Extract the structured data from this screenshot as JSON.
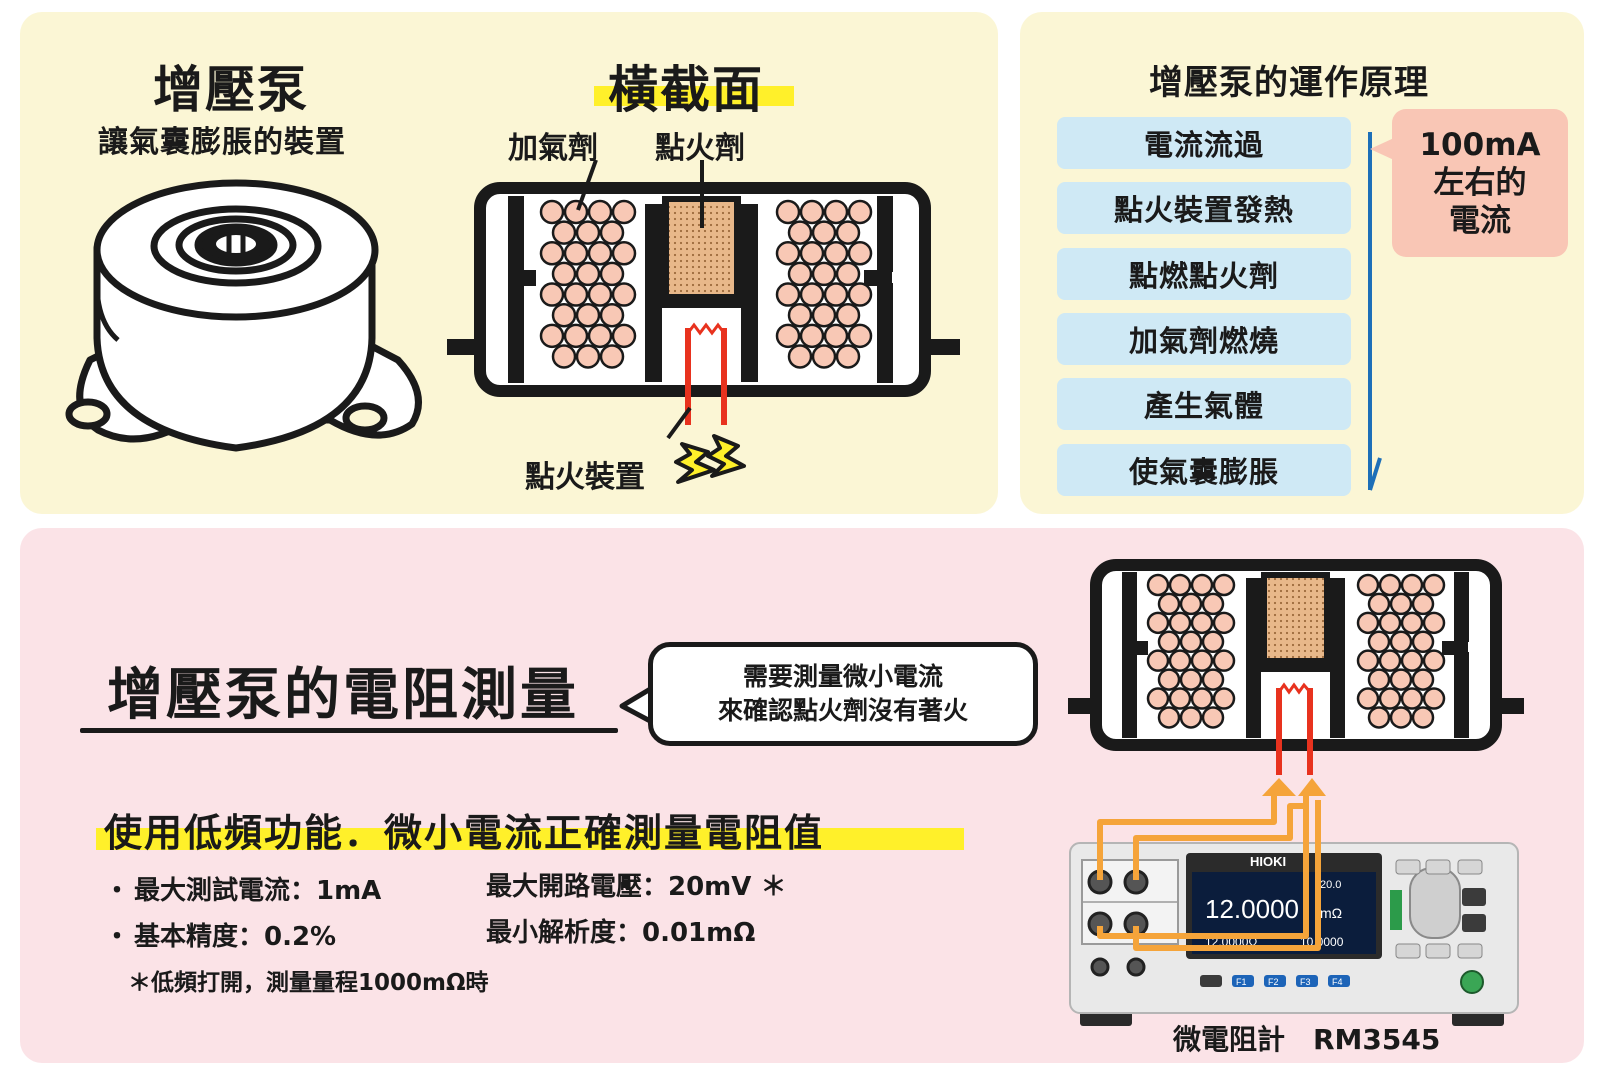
{
  "pump": {
    "title": "增壓泵",
    "subtitle": "讓氣囊膨脹的裝置"
  },
  "cross_section": {
    "title": "橫截面",
    "label_gas_generant": "加氣劑",
    "label_ignition_agent": "點火劑",
    "label_igniter": "點火裝置"
  },
  "principle": {
    "title": "增壓泵的運作原理",
    "steps": [
      "電流流過",
      "點火裝置發熱",
      "點燃點火劑",
      "加氣劑燃燒",
      "產生氣體",
      "使氣囊膨脹"
    ],
    "current_note": [
      "100mA",
      "左右的",
      "電流"
    ]
  },
  "measurement": {
    "title": "增壓泵的電阻測量",
    "callout": [
      "需要測量微小電流",
      "來確認點火劑沒有著火"
    ],
    "feature": "使用低頻功能．微小電流正確測量電阻值",
    "bullet": "・",
    "spec_max_current": "最大測試電流：1mA",
    "spec_accuracy": "基本精度：0.2%",
    "spec_open_voltage": "最大開路電壓：20mV ＊",
    "spec_resolution": "最小解析度：0.01mΩ",
    "note": "＊低頻打開，測量量程1000mΩ時",
    "meter_label": "微電阻計　RM3545"
  },
  "meter": {
    "brand": "HIOKI",
    "reading": "12.0000",
    "reading_unit": "mΩ",
    "sub_reading_left": "12.0000Ω",
    "sub_reading_right": "10.0000",
    "range_value": "20.0",
    "fkeys": [
      "F1",
      "F2",
      "F3",
      "F4"
    ]
  },
  "colors": {
    "panel_yellow": "#fbf6d5",
    "panel_pink": "#fbe3e7",
    "step_blue": "#cfe9f5",
    "bubble_salmon": "#f9c6b5",
    "highlight_yellow": "#fff02a",
    "pellet_pink": "#f8c8b5",
    "igniter_red": "#e8321e",
    "lead_orange": "#f5a43a",
    "arrow_blue": "#1d6fb8"
  }
}
